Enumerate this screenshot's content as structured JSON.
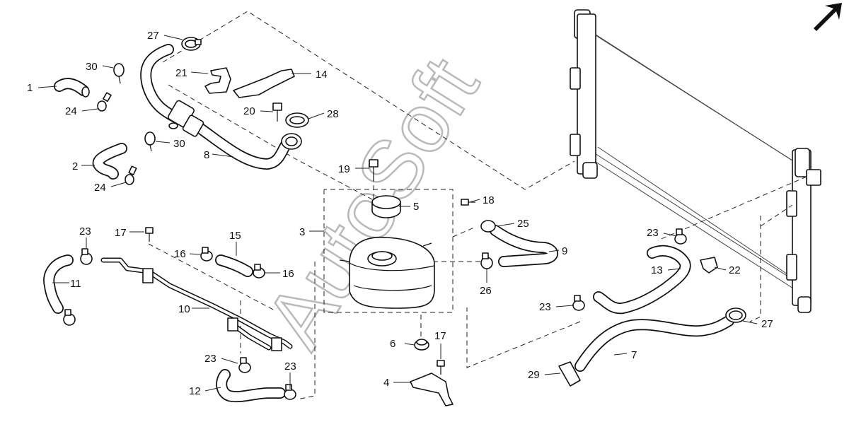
{
  "watermark": "AutoSoft",
  "direction_icon": "arrow-up-right-icon",
  "callouts": [
    "27",
    "30",
    "21",
    "14",
    "1",
    "24",
    "20",
    "28",
    "2",
    "30",
    "8",
    "24",
    "19",
    "18",
    "5",
    "3",
    "17",
    "23",
    "15",
    "25",
    "9",
    "16",
    "16",
    "11",
    "10",
    "26",
    "23",
    "13",
    "22",
    "23",
    "27",
    "6",
    "17",
    "23",
    "23",
    "12",
    "7",
    "29",
    "4"
  ]
}
